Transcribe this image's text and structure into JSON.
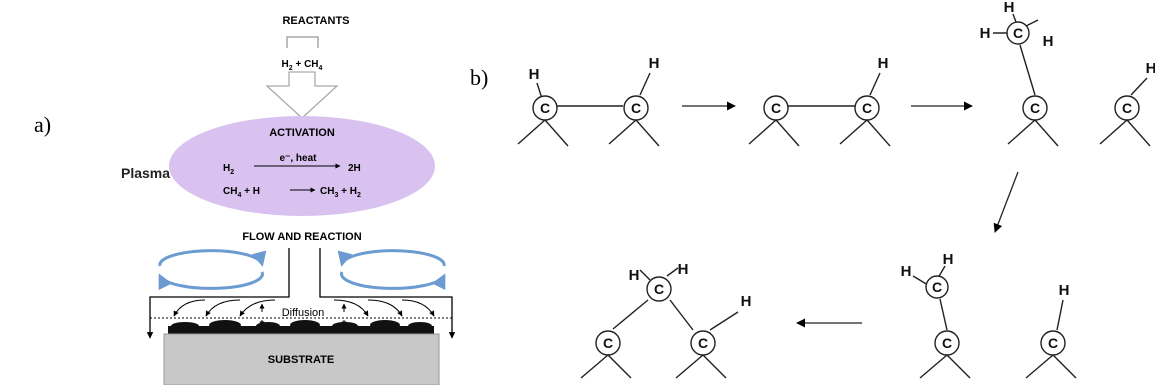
{
  "panel_a": {
    "label": "a)",
    "reactants_title": "REACTANTS",
    "reactants_formula": {
      "h2": "H",
      "h2_sub": "2",
      "plus": " + CH",
      "ch4_sub": "4"
    },
    "plasma_label": "Plasma",
    "activation_title": "ACTIVATION",
    "reaction1": {
      "reactant": "H",
      "reactant_sub": "2",
      "condition": "e⁻, heat",
      "product": "2H"
    },
    "reaction2": {
      "r1": "CH",
      "r1_sub": "4",
      "r2": " + H",
      "p1": "CH",
      "p1_sub": "3",
      "p2": " + H",
      "p2_sub": "2"
    },
    "flow_title": "FLOW AND REACTION",
    "diffusion_label": "Diffusion",
    "substrate_label": "SUBSTRATE",
    "colors": {
      "plasma": "#d9c2ef",
      "circulation_arrow": "#6b9bd1",
      "substrate": "#c8c8c8"
    }
  },
  "panel_b": {
    "label": "b)",
    "atom_carbon": "C",
    "atom_hydrogen": "H"
  }
}
